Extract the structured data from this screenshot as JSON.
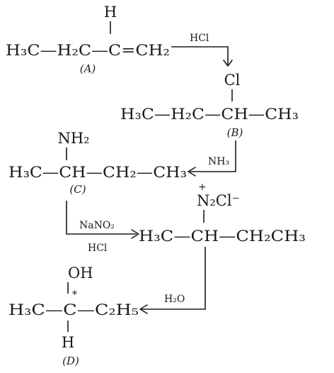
{
  "compound_a": {
    "top_h": "H",
    "formula": "H₃C—H₂C—C=CH₂",
    "label": "(A)"
  },
  "step1": {
    "reagent": "HCl"
  },
  "compound_b": {
    "top_cl": "Cl",
    "formula": "H₃C—H₂C—CH—CH₃",
    "label": "(B)"
  },
  "step2": {
    "reagent": "NH₃"
  },
  "compound_c": {
    "top_nh2": "NH₂",
    "formula": "H₃C—CH—CH₂—CH₃",
    "label": "(C)"
  },
  "step3": {
    "reagent_top": "NaNO₂",
    "reagent_bottom": "HCl"
  },
  "diazonium": {
    "plus": "+",
    "top_group": "N₂Cl⁻",
    "formula": "H₃C—CH—CH₂CH₃"
  },
  "step4": {
    "reagent": "H₂O"
  },
  "compound_d": {
    "top_oh": "OH",
    "star": "*",
    "formula": "H₃C—C—C₂H₅",
    "bottom_h": "H",
    "label": "(D)"
  }
}
